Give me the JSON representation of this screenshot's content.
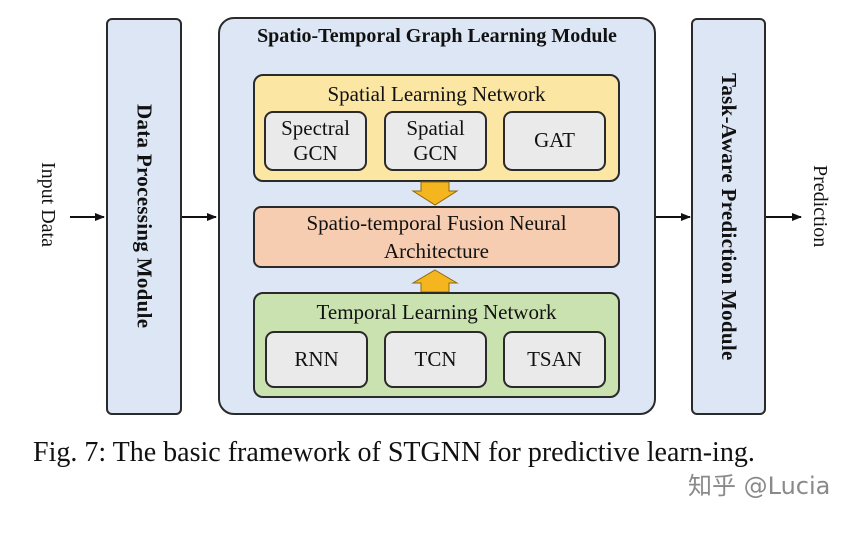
{
  "diagram": {
    "input_label": "Input Data",
    "data_processing": "Data Processing Module",
    "main_title": "Spatio-Temporal Graph Learning Module",
    "spatial": {
      "title": "Spatial Learning Network",
      "items": [
        {
          "line1": "Spectral",
          "line2": "GCN"
        },
        {
          "line1": "Spatial",
          "line2": "GCN"
        },
        {
          "line1": "GAT",
          "line2": ""
        }
      ]
    },
    "fusion": {
      "line1": "Spatio-temporal Fusion Neural",
      "line2": "Architecture"
    },
    "temporal": {
      "title": "Temporal Learning Network",
      "items": [
        "RNN",
        "TCN",
        "TSAN"
      ]
    },
    "task_module": "Task-Aware Prediction Module",
    "output_label": "Prediction"
  },
  "caption": "Fig. 7: The basic framework of STGNN for predictive learn-ing.",
  "watermark": "知乎 @Lucia",
  "colors": {
    "module_blue": "#dde6f4",
    "spatial_yellow": "#fce6a4",
    "fusion_orange": "#f6cdb0",
    "temporal_green": "#c9e2b0",
    "item_gray": "#eaeaea",
    "arrow_fill": "#f5b51e"
  }
}
